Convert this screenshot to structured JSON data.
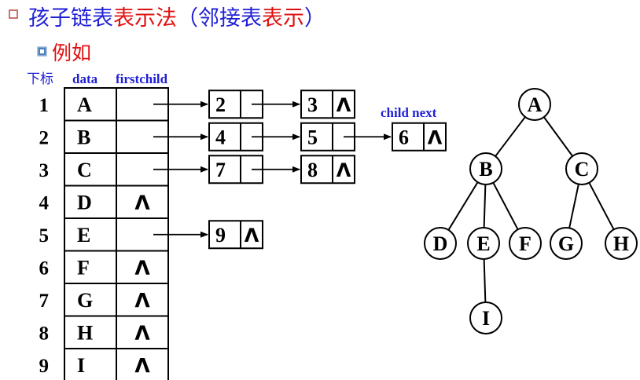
{
  "heading": {
    "part_blue_1": "孩子链表",
    "part_red_1": "表示法",
    "part_blue_2": "（邻接表",
    "part_red_2": "表示",
    "part_blue_3": "）"
  },
  "subheading": "例如",
  "table_header": {
    "index_label": "下标",
    "data_label": "data",
    "firstchild_label": "firstchild"
  },
  "child_next_label": {
    "child": "child",
    "next": "next"
  },
  "null_symbol": "Λ",
  "rows": [
    {
      "index": "1",
      "data": "A",
      "firstchild": ""
    },
    {
      "index": "2",
      "data": "B",
      "firstchild": ""
    },
    {
      "index": "3",
      "data": "C",
      "firstchild": ""
    },
    {
      "index": "4",
      "data": "D",
      "firstchild": "Λ"
    },
    {
      "index": "5",
      "data": "E",
      "firstchild": ""
    },
    {
      "index": "6",
      "data": "F",
      "firstchild": "Λ"
    },
    {
      "index": "7",
      "data": "G",
      "firstchild": "Λ"
    },
    {
      "index": "8",
      "data": "H",
      "firstchild": "Λ"
    },
    {
      "index": "9",
      "data": "I",
      "firstchild": "Λ"
    }
  ],
  "child_lists": [
    {
      "row": "1",
      "nodes": [
        {
          "child": "2",
          "next": ""
        },
        {
          "child": "3",
          "next": "Λ"
        }
      ]
    },
    {
      "row": "2",
      "nodes": [
        {
          "child": "4",
          "next": ""
        },
        {
          "child": "5",
          "next": ""
        },
        {
          "child": "6",
          "next": "Λ"
        }
      ]
    },
    {
      "row": "3",
      "nodes": [
        {
          "child": "7",
          "next": ""
        },
        {
          "child": "8",
          "next": "Λ"
        }
      ]
    },
    {
      "row": "5",
      "nodes": [
        {
          "child": "9",
          "next": "Λ"
        }
      ]
    }
  ],
  "tree": {
    "nodes": [
      "A",
      "B",
      "C",
      "D",
      "E",
      "F",
      "G",
      "H",
      "I"
    ],
    "edges": [
      [
        "A",
        "B"
      ],
      [
        "A",
        "C"
      ],
      [
        "B",
        "D"
      ],
      [
        "B",
        "E"
      ],
      [
        "B",
        "F"
      ],
      [
        "C",
        "G"
      ],
      [
        "C",
        "H"
      ],
      [
        "E",
        "I"
      ]
    ]
  },
  "colors": {
    "blue": "#1f1fd6",
    "red": "#e01010",
    "bullet": "#c0504d",
    "ink": "#000000"
  }
}
